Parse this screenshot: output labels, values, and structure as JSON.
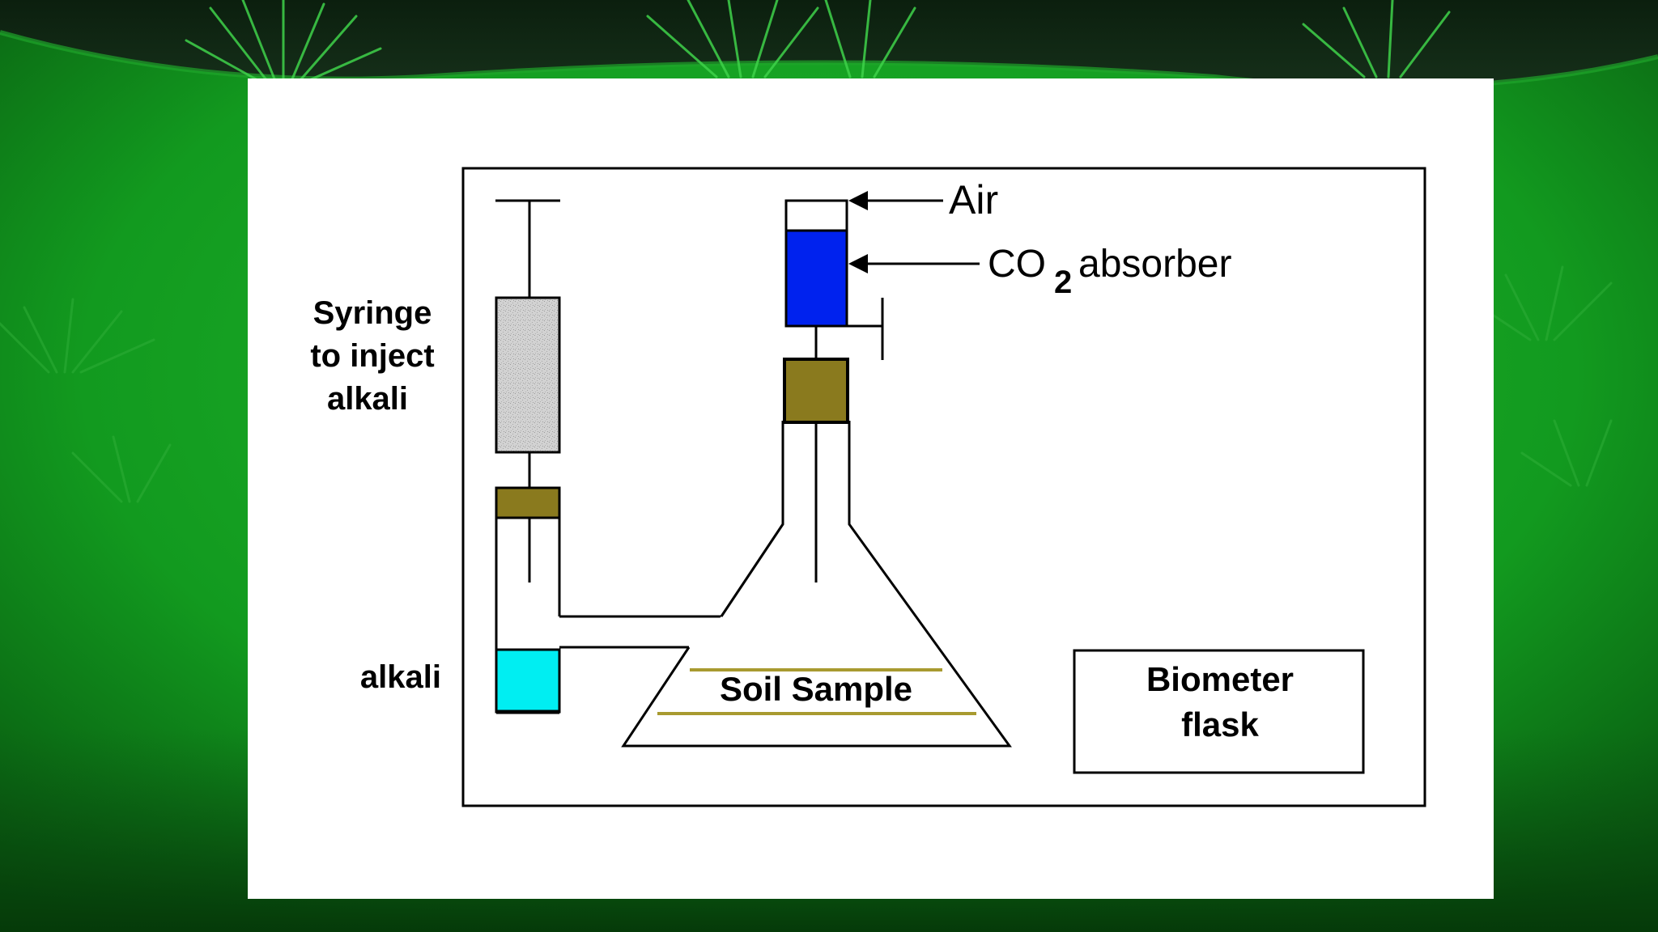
{
  "diagram": {
    "labels": {
      "air": "Air",
      "co2_main": "CO",
      "co2_sub": "2",
      "co2_rest": "absorber",
      "syringe_line1": "Syringe",
      "syringe_line2": "to inject",
      "syringe_line3": "alkali",
      "alkali": "alkali",
      "soil_sample": "Soil Sample",
      "biometer_line1": "Biometer",
      "biometer_line2": "flask"
    },
    "colors": {
      "absorber": "#0022ee",
      "stopper": "#8a7a1e",
      "alkali": "#00eef2",
      "syringe_barrel": "#cccccc",
      "soil_lines": "#a89a30",
      "background_green": "#118a1e"
    }
  }
}
